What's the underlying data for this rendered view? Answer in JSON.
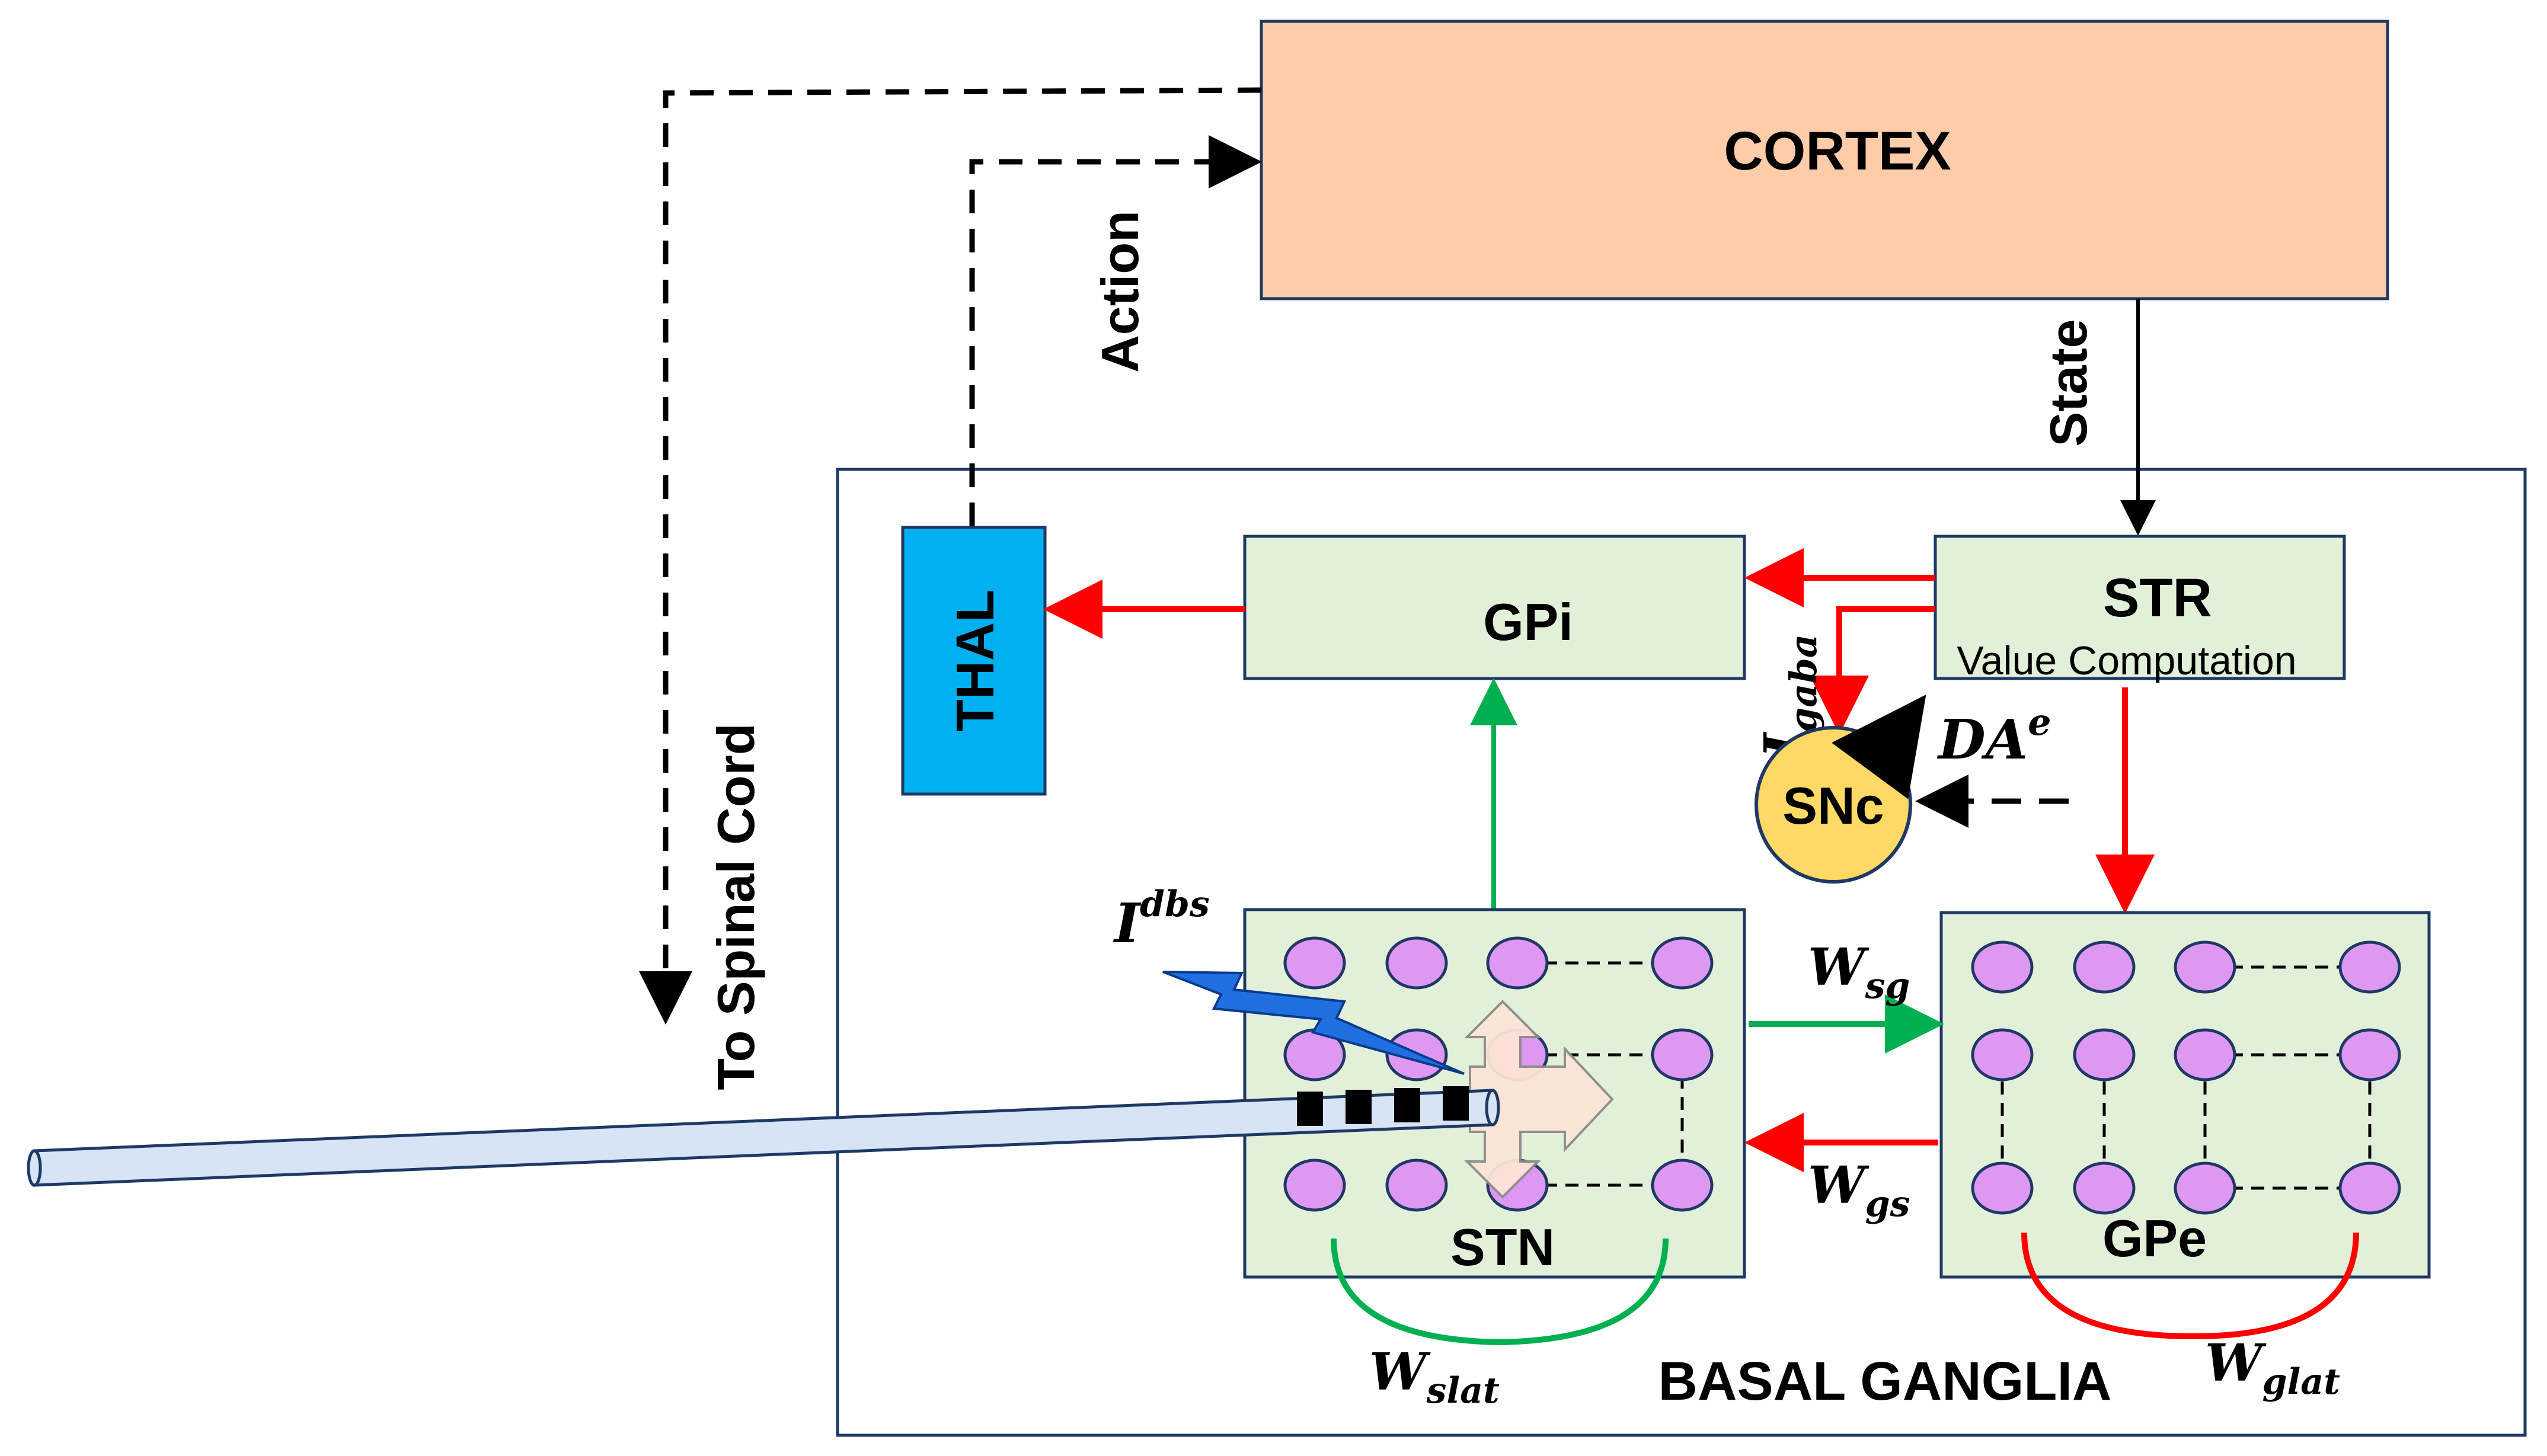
{
  "regions": {
    "cortex": "CORTEX",
    "thal": "THAL",
    "gpi": "GPi",
    "str": "STR",
    "str_sub": "Value Computation",
    "snc": "SNc",
    "stn": "STN",
    "gpe": "GPe",
    "basal_ganglia": "BASAL GANGLIA"
  },
  "labels": {
    "action": "Action",
    "state": "State",
    "spinal_cord": "To Spinal Cord",
    "i_dbs_base": "I",
    "i_dbs_sup": "dbs",
    "i_gaba_base": "I",
    "i_gaba_sub": "gaba",
    "da_base": "DA",
    "da_sup": "e",
    "w_sg_base": "W",
    "w_sg_sub": "sg",
    "w_gs_base": "W",
    "w_gs_sub": "gs",
    "w_slat_base": "W",
    "w_slat_sub": "slat",
    "w_glat_base": "W",
    "w_glat_sub": "glat"
  },
  "colors": {
    "cortex_fill": "#FFCCAA",
    "thal_fill": "#00B0F0",
    "nucleus_fill": "#E2F0D9",
    "snc_fill": "#FFD966",
    "neuron_fill": "#DD99F2",
    "excitatory": "#00B050",
    "inhibitory": "#FF0000",
    "electrode_fill": "#D6E4F5",
    "dbs_bolt": "#1F6FE0",
    "stim_shape": "#FCE4D6"
  }
}
